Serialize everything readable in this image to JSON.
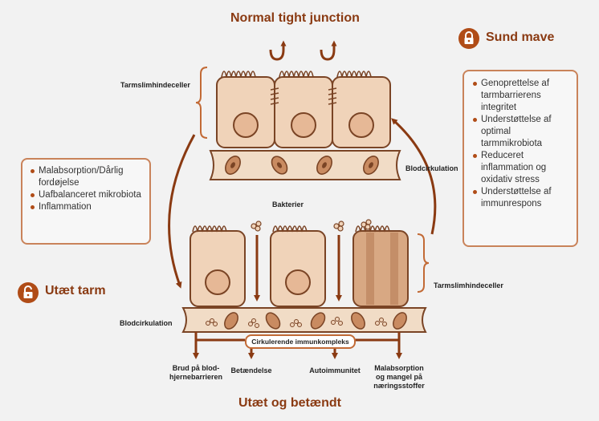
{
  "title_top": "Normal tight junction",
  "title_bottom": "Utæt og betændt",
  "healthy": {
    "title": "Sund mave",
    "icon": "locked-padlock-icon"
  },
  "leaky": {
    "title": "Utæt tarm",
    "icon": "unlocked-padlock-icon"
  },
  "labels": {
    "cells_top": "Tarmslimhindeceller",
    "cells_bottom": "Tarmslimhindeceller",
    "blood_top": "Blodcirkulation",
    "blood_bottom": "Blodcirkulation",
    "bacteria": "Bakterier",
    "immune_complex": "Cirkulerende immunkompleks"
  },
  "left_box_items": [
    "Malabsorption/Dårlig fordøjelse",
    "Uafbalanceret mikrobiota",
    "Inflammation"
  ],
  "right_box_items": [
    "Genoprettelse af tarmbarrierens integritet",
    "Understøttelse af optimal tarmmikrobiota",
    "Reduceret inflammation og oxidativ stress",
    "Understøttelse af immunrespons"
  ],
  "outcomes": [
    "Brud på blod-\nhjernebarrieren",
    "Betændelse",
    "Autoimmunitet",
    "Malabsorption\nog mangel på\nnæringsstoffer"
  ],
  "colors": {
    "accent": "#b04c17",
    "title": "#8a3a12",
    "cell_fill": "#f0d3b9",
    "cell_stroke": "#7a4425",
    "blood_fill": "#f1dcc6",
    "box_border": "#c9835a"
  }
}
